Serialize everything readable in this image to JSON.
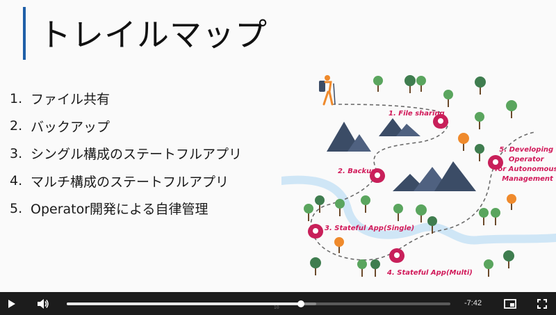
{
  "slide": {
    "title": "トレイルマップ",
    "items": [
      {
        "num": "1.",
        "text": "ファイル共有"
      },
      {
        "num": "2.",
        "text": "バックアップ"
      },
      {
        "num": "3.",
        "text": "シングル構成のステートフルアプリ"
      },
      {
        "num": "4.",
        "text": "マルチ構成のステートフルアプリ"
      },
      {
        "num": "5.",
        "text": "Operator開発による自律管理"
      }
    ],
    "map": {
      "labels": {
        "file_sharing": "1. File sharing",
        "backup": "2. Backup",
        "stateful_single": "3. Stateful App(Single)",
        "stateful_multi": "4. Stateful App(Multi)",
        "developing_1": "5. Developing",
        "developing_2": "Operator",
        "developing_3": "for Autonomous",
        "developing_4": "Management"
      },
      "colors": {
        "pin": "#c8205a",
        "river": "#cfe6f6",
        "tree": "#5aa55e",
        "tree_dark": "#3f7d4f",
        "tree_orange": "#ef8a2c",
        "mountain": "#3b4c66"
      }
    }
  },
  "player": {
    "play_icon": "play-icon",
    "volume_icon": "volume-icon",
    "progress_fraction": 0.61,
    "buffer_fraction": 0.65,
    "tick_label": "10",
    "time_remaining": "-7:42",
    "pip_icon": "picture-in-picture-icon",
    "fullscreen_icon": "fullscreen-icon"
  }
}
